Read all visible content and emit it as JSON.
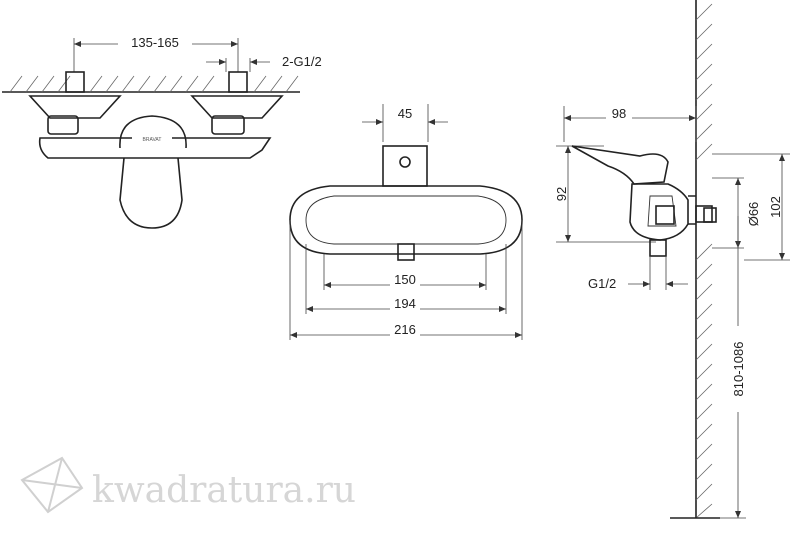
{
  "front_view": {
    "spacing_label": "135-165",
    "connection_label": "2-G1/2",
    "brand_mark": "BRAVAT"
  },
  "top_view": {
    "dim_45": "45",
    "dim_150": "150",
    "dim_194": "194",
    "dim_216": "216"
  },
  "side_view": {
    "dim_98": "98",
    "dim_92": "92",
    "dim_102": "102",
    "dim_66": "Ø66",
    "thread_label": "G1/2",
    "height_label": "810-1086"
  },
  "watermark": {
    "text": "kwadratura.ru",
    "logo_icon": "cube-logo-icon"
  },
  "colors": {
    "line": "#222222",
    "hatch": "#666666",
    "watermark": "#d6d6d6",
    "background": "#ffffff"
  }
}
